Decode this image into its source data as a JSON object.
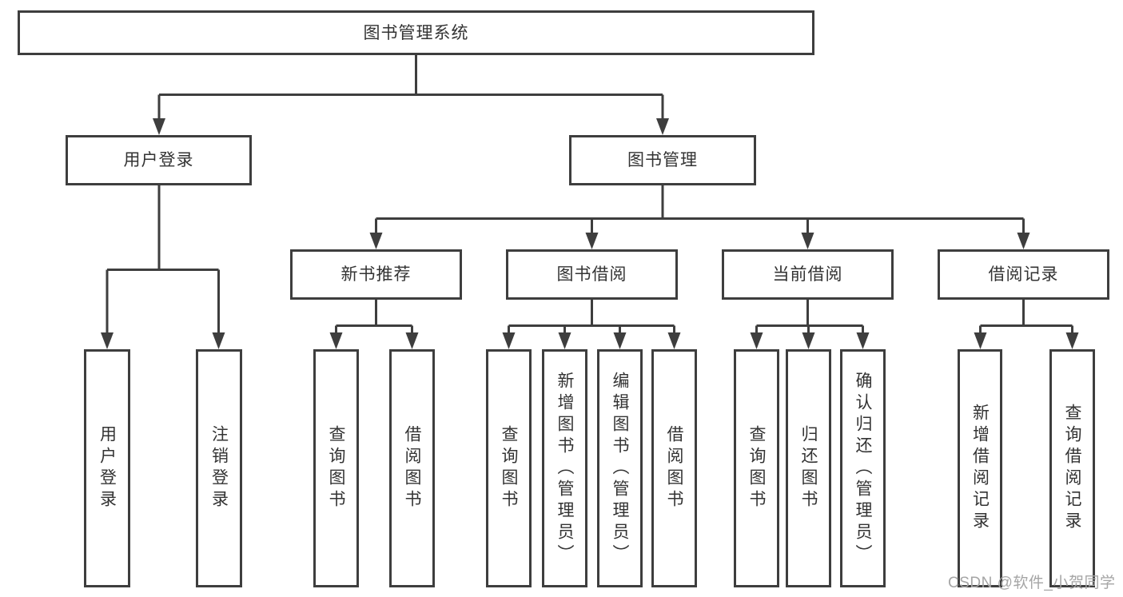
{
  "diagram": {
    "root": {
      "label": "图书管理系统"
    },
    "level2": [
      {
        "label": "用户登录"
      },
      {
        "label": "图书管理"
      }
    ],
    "level3": [
      {
        "label": "新书推荐"
      },
      {
        "label": "图书借阅"
      },
      {
        "label": "当前借阅"
      },
      {
        "label": "借阅记录"
      }
    ],
    "leaves": {
      "user_login": [
        "用户登录",
        "注销登录"
      ],
      "new_books": [
        "查询图书",
        "借阅图书"
      ],
      "book_borrow": [
        "查询图书",
        "新增图书（管理员）",
        "编辑图书（管理员）",
        "借阅图书"
      ],
      "current_borrow": [
        "查询图书",
        "归还图书",
        "确认归还（管理员）"
      ],
      "borrow_records": [
        "新增借阅记录",
        "查询借阅记录"
      ]
    },
    "colors": {
      "line": "#3e3e3e",
      "text": "#333333",
      "watermark": "#a5a5a5",
      "background": "#ffffff"
    },
    "watermark": "CSDN @软件_小贺同学"
  }
}
